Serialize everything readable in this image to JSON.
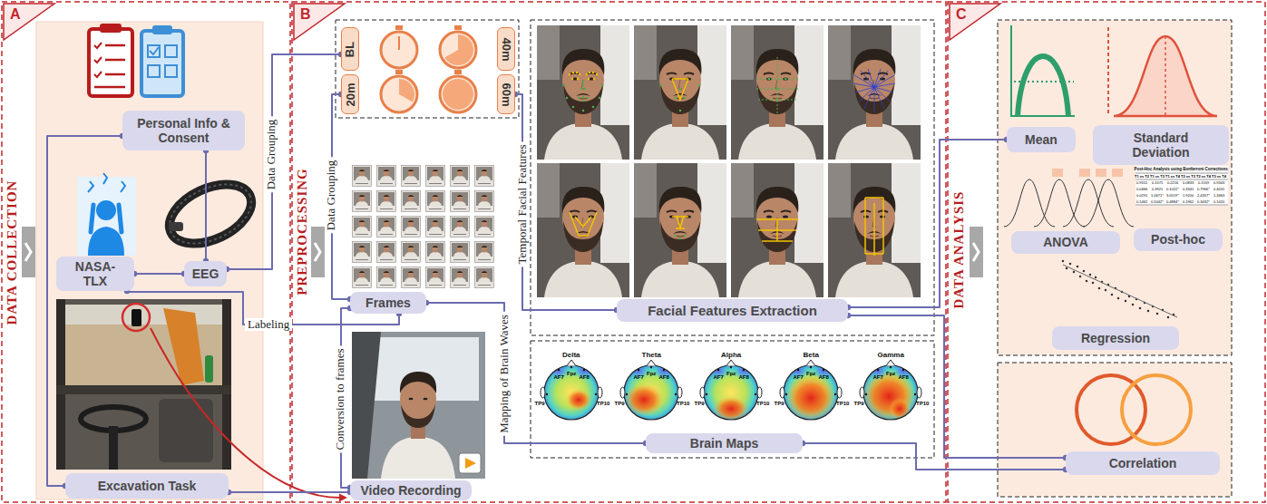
{
  "diagram": {
    "nodes": [
      {
        "text": [
          "Personal Info & Consent"
        ]
      },
      {
        "text": [
          "NASA-TLX"
        ]
      },
      {
        "text": [
          "EEG"
        ]
      },
      {
        "text": [
          "Excavation Task"
        ]
      },
      {
        "text": [
          "BL"
        ]
      },
      {
        "text": [
          "40m"
        ]
      },
      {
        "text": [
          "20m"
        ]
      },
      {
        "text": [
          "60m"
        ]
      },
      {
        "text": [
          "Frames"
        ]
      },
      {
        "text": [
          "Video Recording"
        ]
      },
      {
        "text": [
          "Facial Features Extraction"
        ]
      },
      {
        "text": [
          "Brain Maps"
        ]
      },
      {
        "text": [
          "Mean"
        ]
      },
      {
        "text": [
          "Standard Deviation"
        ]
      },
      {
        "text": [
          "ANOVA"
        ]
      },
      {
        "text": [
          "Post-hoc"
        ]
      },
      {
        "text": [
          "Regression"
        ]
      },
      {
        "text": [
          "Correlation"
        ]
      }
    ],
    "edges": [
      {
        "from": 0,
        "to": 3,
        "arrow": "none"
      },
      {
        "from": 0,
        "to": 2,
        "arrow": "none"
      },
      {
        "from": 1,
        "to": 2,
        "arrow": "none"
      },
      {
        "from": 2,
        "to": 4,
        "label": "Data Grouping",
        "arrow": "none"
      },
      {
        "from": 8,
        "to": 6,
        "label": "Data Grouping",
        "arrow": "none"
      },
      {
        "from": 1,
        "to": 8,
        "label": "Labeling",
        "arrow": "none"
      },
      {
        "from": 9,
        "to": 8,
        "label": "Conversion to frames",
        "arrow": "none"
      },
      {
        "from": 3,
        "to": 9,
        "arrow": "none"
      },
      {
        "from": 7,
        "to": 10,
        "label": "Temporal Facial Features",
        "arrow": "none"
      },
      {
        "from": 8,
        "to": 11,
        "label": "Mapping of Brain Waves",
        "arrow": "none"
      },
      {
        "from": 10,
        "to": 12,
        "arrow": "none"
      },
      {
        "from": 10,
        "to": 17,
        "arrow": "none"
      },
      {
        "from": 11,
        "to": 17,
        "arrow": "none"
      }
    ],
    "labels": [
      "A",
      "B",
      "C",
      "DATA COLLECTION",
      "PREPROCESSING",
      "DATA ANALYSIS",
      "Delta",
      "Theta",
      "Alpha",
      "Beta",
      "Gamma",
      "AF7",
      "Fpz",
      "AF8",
      "TP9",
      "TP10",
      "AF7",
      "Fpz",
      "AF8",
      "TP9",
      "TP10",
      "AF7",
      "Fpz",
      "AF8",
      "TP9",
      "TP10",
      "AF7",
      "Fpz",
      "AF8",
      "TP9",
      "TP10",
      "AF7",
      "Fpz",
      "AF8",
      "TP9",
      "TP10",
      "Post-Hoc Analysis using Bonferroni Corrections",
      "T1 vs T2",
      "T1 vs T3",
      "T1 vs T4",
      "T2 vs T3",
      "T2 vs T4",
      "T3 vs T4",
      "0.9551",
      "0.1575",
      "0.2216",
      "0.0833",
      "0.1559",
      "0.9343",
      "0.0466",
      "0.3921",
      "0.1022*",
      "0.3341",
      "0.7966*",
      "0.4031",
      "0.0291",
      "1.0671*",
      "3.0519*",
      "1.9200",
      "2.4357*",
      "1.3463",
      "0.1462",
      "0.5042*",
      "0.4884*",
      "0.1962",
      "0.3432*",
      "0.1420"
    ]
  }
}
